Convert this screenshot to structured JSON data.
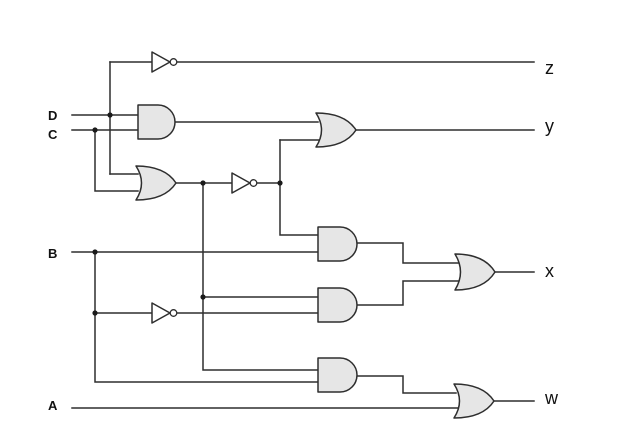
{
  "diagram": {
    "inputs": {
      "d": "D",
      "c": "C",
      "b": "B",
      "a": "A"
    },
    "outputs": {
      "z": "z",
      "y": "y",
      "x": "x",
      "w": "w"
    },
    "gates": [
      {
        "id": "not-top",
        "kind": "NOT"
      },
      {
        "id": "and-dc",
        "kind": "AND"
      },
      {
        "id": "or-dc",
        "kind": "OR"
      },
      {
        "id": "not-mid",
        "kind": "NOT"
      },
      {
        "id": "or-y",
        "kind": "OR"
      },
      {
        "id": "and-x1",
        "kind": "AND"
      },
      {
        "id": "not-b",
        "kind": "NOT"
      },
      {
        "id": "and-x2",
        "kind": "AND"
      },
      {
        "id": "or-x",
        "kind": "OR"
      },
      {
        "id": "and-w",
        "kind": "AND"
      },
      {
        "id": "or-w",
        "kind": "OR"
      }
    ]
  }
}
